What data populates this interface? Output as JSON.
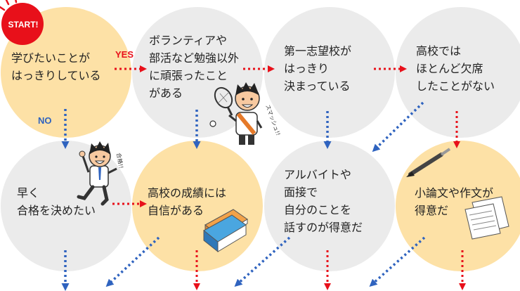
{
  "colors": {
    "yellow": "#fde1a6",
    "gray": "#ebebeb",
    "red": "#e8101a",
    "blue": "#2f63bf"
  },
  "labels": {
    "start": "START!",
    "yes": "YES",
    "no": "NO"
  },
  "nodes": [
    {
      "id": "q1",
      "text": "学びたいことが\nはっきりしている"
    },
    {
      "id": "q2",
      "text": "ボランティアや\n部活など勉強以外\nに頑張ったこと\nがある"
    },
    {
      "id": "q3",
      "text": "第一志望校が\nはっきり\n決まっている"
    },
    {
      "id": "q4",
      "text": "高校では\nほとんど欠席\nしたことがない"
    },
    {
      "id": "q5",
      "text": "早く\n合格を決めたい"
    },
    {
      "id": "q6",
      "text": "高校の成績には\n自信がある"
    },
    {
      "id": "q7",
      "text": "アルバイトや\n面接で\n自分のことを\n話すのが得意だ"
    },
    {
      "id": "q8",
      "text": "小論文や作文が\n得意だ"
    }
  ],
  "illustrations": {
    "boy1_caption": "スマッシュ!!",
    "boy2_caption": "合格!!"
  }
}
